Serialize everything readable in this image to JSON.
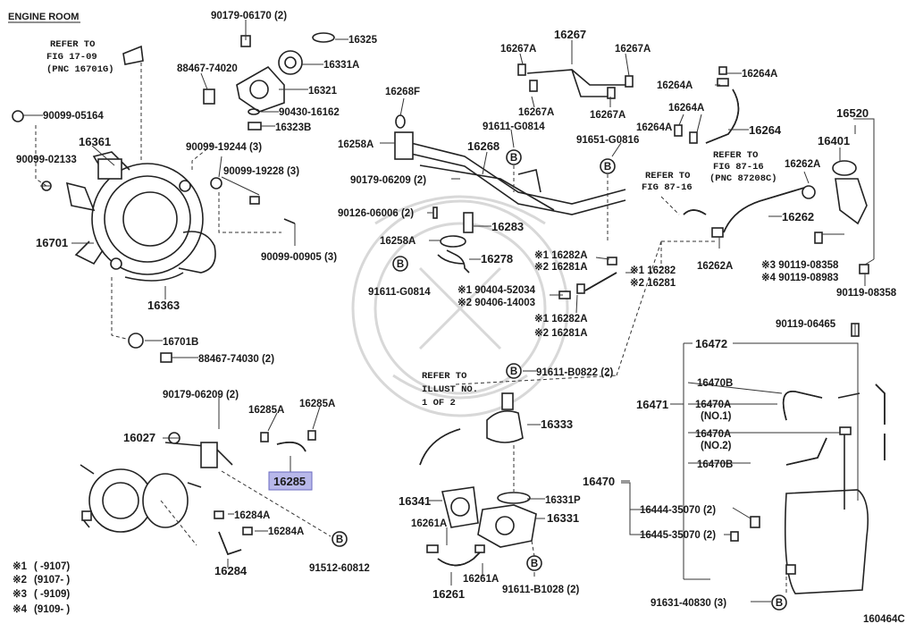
{
  "header": {
    "title": "ENGINE ROOM"
  },
  "diagram_code": "160464C",
  "highlighted_part": "16285",
  "refs": {
    "r1": [
      "REFER TO",
      "FIG 17-09",
      "(PNC 16701G)"
    ],
    "r2": [
      "REFER TO",
      "FIG 87-16",
      "(PNC 87208C)"
    ],
    "r3": [
      "REFER TO",
      "FIG 87-16"
    ],
    "r4": [
      "REFER TO",
      "ILLUST NO.",
      "1 OF 2"
    ]
  },
  "marker": "B",
  "labels": {
    "p90179_06170": "90179-06170 (2)",
    "p16325": "16325",
    "p16331A_top": "16331A",
    "p88467_74020": "88467-74020",
    "p16321": "16321",
    "p90430_16162": "90430-16162",
    "p16323B": "16323B",
    "p90099_05164": "90099-05164",
    "p16361": "16361",
    "p90099_02133": "90099-02133",
    "p90099_19244": "90099-19244 (3)",
    "p90099_19228": "90099-19228 (3)",
    "p16701": "16701",
    "p90099_00905": "90099-00905 (3)",
    "p16363": "16363",
    "p16701B": "16701B",
    "p88467_74030": "88467-74030 (2)",
    "p16267": "16267",
    "p16267A_1": "16267A",
    "p16267A_2": "16267A",
    "p16264A_1": "16264A",
    "p16264A_2": "16264A",
    "p16267A_3": "16267A",
    "p16267A_4": "16267A",
    "p16268F": "16268F",
    "p91611_G0814_top": "91611-G0814",
    "p16264A_3": "16264A",
    "p16264A_4": "16264A",
    "p16264": "16264",
    "p16520": "16520",
    "p16258A_top": "16258A",
    "p16268": "16268",
    "p91651_G0816": "91651-G0816",
    "p16401": "16401",
    "p16262A_top": "16262A",
    "p90179_06209_top": "90179-06209 (2)",
    "p90126_06006": "90126-06006 (2)",
    "p16283": "16283",
    "p16262": "16262",
    "p16258A_mid": "16258A",
    "p16282A_1": "※1 16282A",
    "p16281A_1": "※2 16281A",
    "p16278": "16278",
    "p16262A_bot": "16262A",
    "p16282": "※1 16282",
    "p16281": "※2 16281",
    "p90119_08358_a": "※3 90119-08358",
    "p90119_08983": "※4 90119-08983",
    "p91611_G0814_bot": "91611-G0814",
    "p90404_52034": "※1 90404-52034",
    "p90406_14003": "※2 90406-14003",
    "p90119_08358_b": "90119-08358",
    "p16282A_2": "※1 16282A",
    "p16281A_2": "※2 16281A",
    "p90119_06465": "90119-06465",
    "p16472": "16472",
    "p91611_B0822": "91611-B0822 (2)",
    "p90179_06209_bot": "90179-06209 (2)",
    "p16285A_1": "16285A",
    "p16285A_2": "16285A",
    "p16470B_1": "16470B",
    "p16471": "16471",
    "p16470A_1": "16470A",
    "p16470A_1_note": "(NO.1)",
    "p16333": "16333",
    "p16027": "16027",
    "p16470A_2": "16470A",
    "p16470A_2_note": "(NO.2)",
    "p16470B_2": "16470B",
    "p16285": "16285",
    "p16470": "16470",
    "p16341": "16341",
    "p16331P": "16331P",
    "p16284A_1": "16284A",
    "p16444_35070": "16444-35070 (2)",
    "p16261A_1": "16261A",
    "p16331": "16331",
    "p16284A_2": "16284A",
    "p16445_35070": "16445-35070 (2)",
    "p16284": "16284",
    "p91512_60812": "91512-60812",
    "p16261A_2": "16261A",
    "p91611_B1028": "91611-B1028 (2)",
    "p16261": "16261",
    "p91631_40830": "91631-40830 (3)"
  },
  "legend": [
    {
      "mark": "※1",
      "range": "(      -9107)"
    },
    {
      "mark": "※2",
      "range": "(9107-      )"
    },
    {
      "mark": "※3",
      "range": "(      -9109)"
    },
    {
      "mark": "※4",
      "range": "(9109-      )"
    }
  ]
}
